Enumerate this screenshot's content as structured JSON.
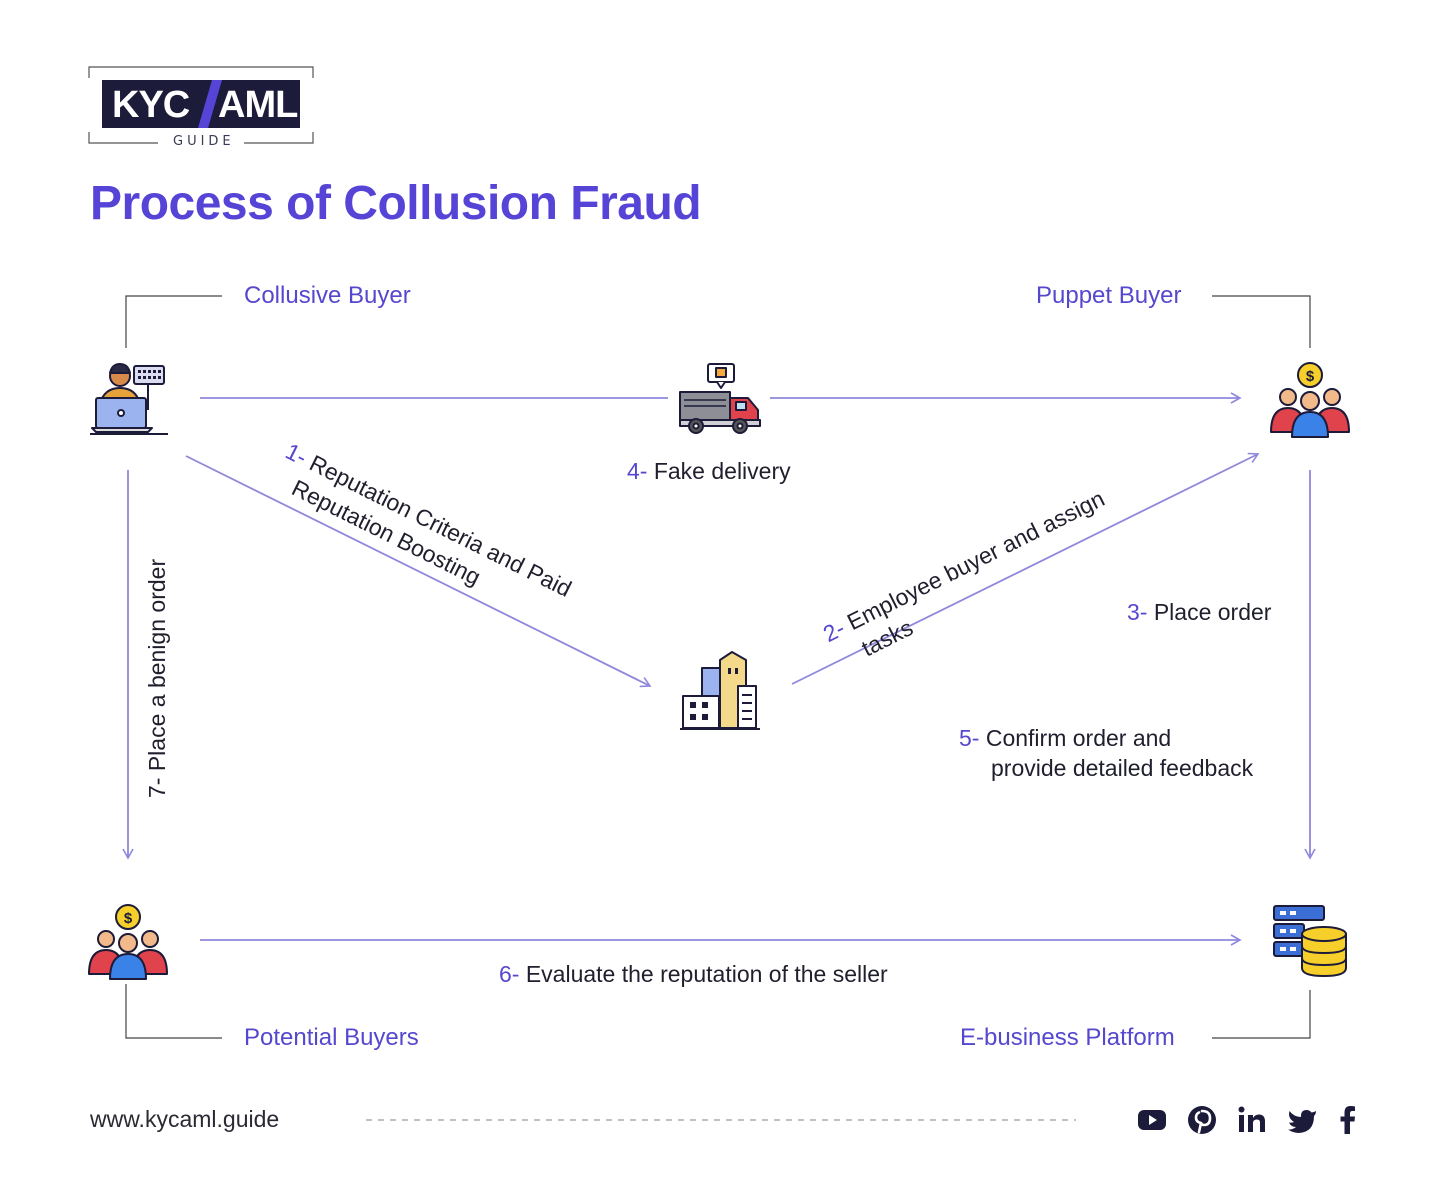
{
  "logo": {
    "left": "KYC",
    "right": "AML",
    "sub": "GUIDE"
  },
  "title": "Process of Collusion Fraud",
  "nodes": {
    "collusive": "Collusive Buyer",
    "puppet": "Puppet Buyer",
    "potential": "Potential Buyers",
    "platform": "E-business Platform"
  },
  "steps": {
    "s1": {
      "num": "1-",
      "line1": "Reputation Criteria and Paid",
      "line2": "Reputation Boosting"
    },
    "s2": {
      "num": "2-",
      "line1": "Employee buyer and assign",
      "line2": "tasks"
    },
    "s3": {
      "num": "3-",
      "text": "Place order"
    },
    "s4": {
      "num": "4-",
      "text": "Fake delivery"
    },
    "s5": {
      "num": "5-",
      "line1": "Confirm order and",
      "line2": "provide detailed feedback"
    },
    "s6": {
      "num": "6-",
      "text": "Evaluate the reputation of the seller"
    },
    "s7": {
      "num": "7-",
      "text": "Place a benign order"
    }
  },
  "footer": {
    "url": "www.kycaml.guide"
  },
  "social_icons": [
    "youtube-icon",
    "pinterest-icon",
    "linkedin-icon",
    "twitter-icon",
    "facebook-icon"
  ],
  "colors": {
    "accent": "#5544d6",
    "arrow": "#8f87dc",
    "dark": "#1d1b3a"
  }
}
